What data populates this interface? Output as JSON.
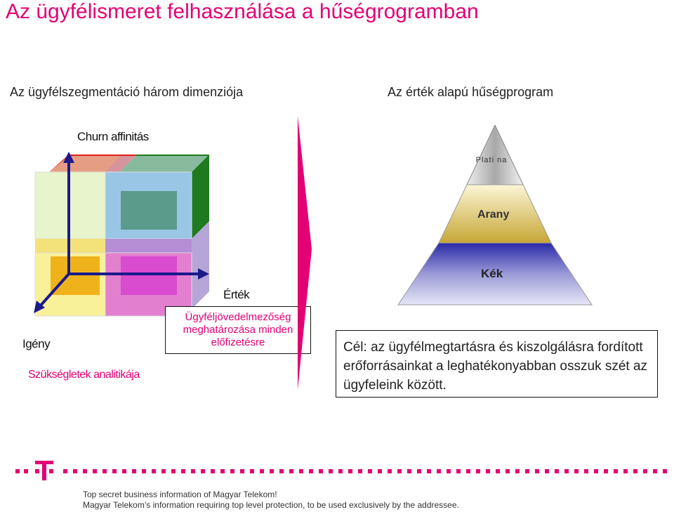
{
  "title": "Az ügyfélismeret felhasználása a hűségrogramban",
  "left": {
    "heading": "Az ügyfélszegmentáció három dimenziója",
    "axis_top": "Churn affinitás",
    "axis_right": "Érték",
    "axis_left": "Igény",
    "needs_label": "Szükségletek analitikája",
    "value_box": "Ügyféljövedelmezőség meghatározása minden előfizetésre"
  },
  "right": {
    "heading": "Az érték alapú hűségprogram",
    "tiers": [
      "Plati na",
      "Arany",
      "Kék"
    ],
    "goal": "Cél: az ügyfélmegtartásra és kiszolgálásra fordított erőforrásainkat a leghatékonyabban osszuk szét az ügyfeleink között."
  },
  "footer": {
    "line1": "Top secret business information of Magyar Telekom!",
    "line2": "Magyar Telekom’s information requiring top level protection, to be used exclusively by the addressee."
  },
  "colors": {
    "brand": "#e20074",
    "gold": "#d4b84a",
    "blue": "#3b3ac0",
    "silver": "#c8c8c8"
  }
}
